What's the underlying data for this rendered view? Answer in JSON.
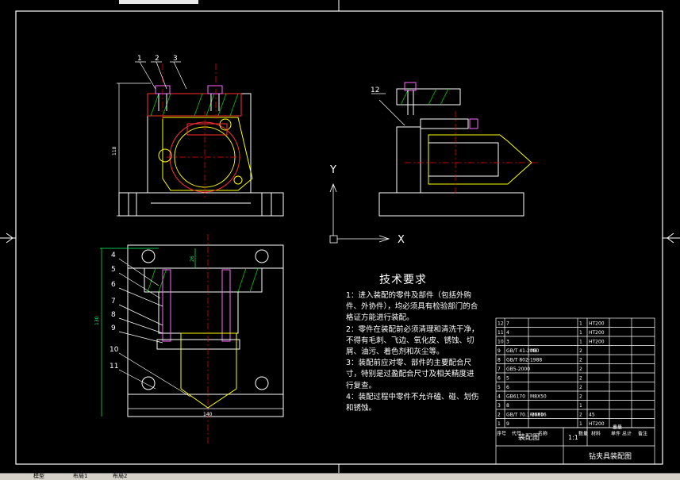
{
  "window": {
    "tabs": [
      "模型",
      "布局1",
      "布局2"
    ]
  },
  "drawing": {
    "colors": {
      "background": "#000000",
      "frame": "#ffffff",
      "part": "#ffff00",
      "section": "#ff3030",
      "hatch": "#00cc00",
      "centerline": "#ff0000",
      "fastener": "#ff66ff",
      "dimension": "#00ff66"
    },
    "part_numbers": [
      "1",
      "2",
      "3",
      "4",
      "5",
      "6",
      "7",
      "8",
      "9",
      "10",
      "11",
      "12"
    ],
    "dimensions": {
      "front_height": "118",
      "plan_depth": "130",
      "plan_width": "140",
      "plan_offset": "26"
    },
    "axes": {
      "y": "Y",
      "x": "X"
    }
  },
  "tech_requirements": {
    "title": "技术要求",
    "items": [
      "1：进入装配的零件及部件（包括外购件、外协件），均必须具有检验部门的合格证方能进行装配。",
      "2：零件在装配前必须清理和清洗干净，不得有毛刺、飞边、氧化皮、锈蚀、切屑、油污、着色剂和灰尘等。",
      "3：装配前应对零、部件的主要配合尺寸，特别是过盈配合尺寸及相关精度进行复查。",
      "4：装配过程中零件不允许磕、碰、划伤和锈蚀。"
    ]
  },
  "title_block": {
    "parts": [
      {
        "no": "12",
        "code": "7",
        "name": "",
        "qty": "1",
        "material": "HT200",
        "note": ""
      },
      {
        "no": "11",
        "code": "4",
        "name": "",
        "qty": "1",
        "material": "HT200",
        "note": ""
      },
      {
        "no": "10",
        "code": "3",
        "name": "",
        "qty": "1",
        "material": "HT200",
        "note": ""
      },
      {
        "no": "9",
        "code": "GB/T 41-2000",
        "name": "M6",
        "qty": "2",
        "material": "",
        "note": ""
      },
      {
        "no": "8",
        "code": "GB/T 802-1988",
        "name": "",
        "qty": "2",
        "material": "",
        "note": ""
      },
      {
        "no": "7",
        "code": "GB5-2000",
        "name": "",
        "qty": "2",
        "material": "",
        "note": ""
      },
      {
        "no": "6",
        "code": "5",
        "name": "",
        "qty": "2",
        "material": "",
        "note": ""
      },
      {
        "no": "5",
        "code": "6",
        "name": "",
        "qty": "2",
        "material": "",
        "note": ""
      },
      {
        "no": "4",
        "code": "GB6170",
        "name": "M8X50",
        "qty": "2",
        "material": "",
        "note": ""
      },
      {
        "no": "3",
        "code": "8",
        "name": "",
        "qty": "1",
        "material": "",
        "note": ""
      },
      {
        "no": "2",
        "code": "GB/T 70.1-2000",
        "name": "M6X16",
        "qty": "2",
        "material": "45",
        "note": ""
      },
      {
        "no": "1",
        "code": "9",
        "name": "",
        "qty": "1",
        "material": "HT200",
        "note": ""
      }
    ],
    "headers": [
      "序号",
      "代号",
      "名称",
      "数量",
      "材料",
      "单件",
      "总计",
      "备注"
    ],
    "weight_header": "重量",
    "drawing_name": "装配图",
    "scale": "1:1",
    "main_title": "钻夹具装配图"
  }
}
